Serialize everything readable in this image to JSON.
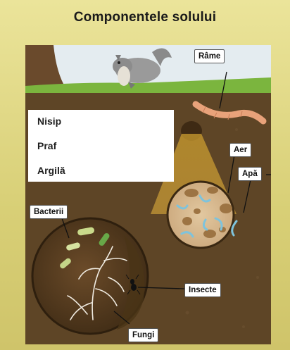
{
  "title": "Componentele solului",
  "legend": [
    "Nisip",
    "Praf",
    "Argilă"
  ],
  "labels": {
    "rame": "Râme",
    "aer": "Aer",
    "apa": "Apă",
    "bacterii": "Bacterii",
    "insecte": "Insecte",
    "fungi": "Fungi"
  },
  "colors": {
    "soil": "#5e4526",
    "grass": "#78b43c",
    "sky": "#dfe8ef",
    "worm": "#e8a27a",
    "water": "#7ec3dc"
  }
}
